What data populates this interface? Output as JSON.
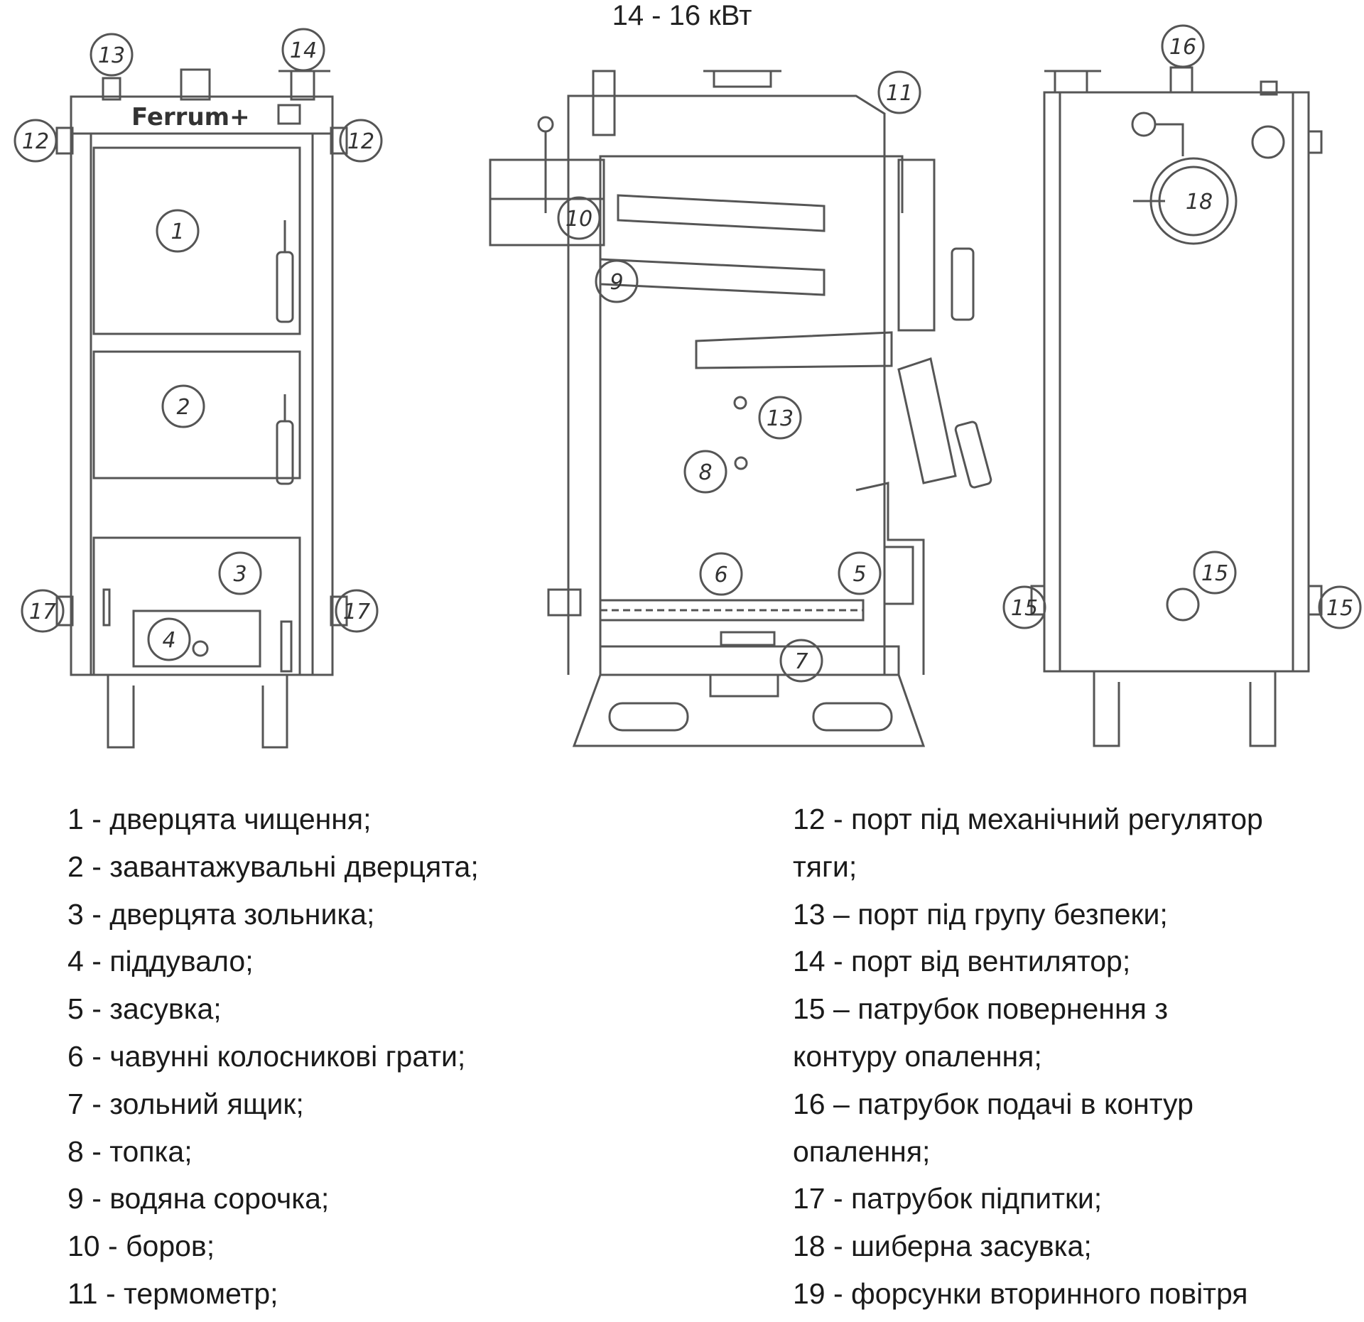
{
  "title": "14 - 16 кВт",
  "brand_label": "Ferrum+",
  "callouts": {
    "front": [
      "13",
      "14",
      "12",
      "12",
      "1",
      "2",
      "3",
      "4",
      "17",
      "17"
    ],
    "side": [
      "11",
      "10",
      "9",
      "13",
      "8",
      "6",
      "5",
      "7"
    ],
    "back": [
      "16",
      "18",
      "15",
      "15",
      "15"
    ]
  },
  "legend_left": [
    "1 - дверцята чищення;",
    "2 - завантажувальні дверцята;",
    "3 - дверцята зольника;",
    "4 - піддувало;",
    "5 - засувка;",
    "6 - чавунні колосникові грати;",
    "7 - зольний ящик;",
    "8 - топка;",
    "9 - водяна сорочка;",
    "10 - боров;",
    "11 - термометр;"
  ],
  "legend_right": [
    "12 - порт під механічний регулятор",
    "тяги;",
    "13  – порт під групу безпеки;",
    "14 - порт від вентилятор;",
    "15  – патрубок повернення з",
    "контуру опалення;",
    "16  – патрубок подачі в контур",
    "опалення;",
    "17 - патрубок підпитки;",
    "18 - шиберна засувка;",
    "19 - форсунки вторинного повітря"
  ]
}
